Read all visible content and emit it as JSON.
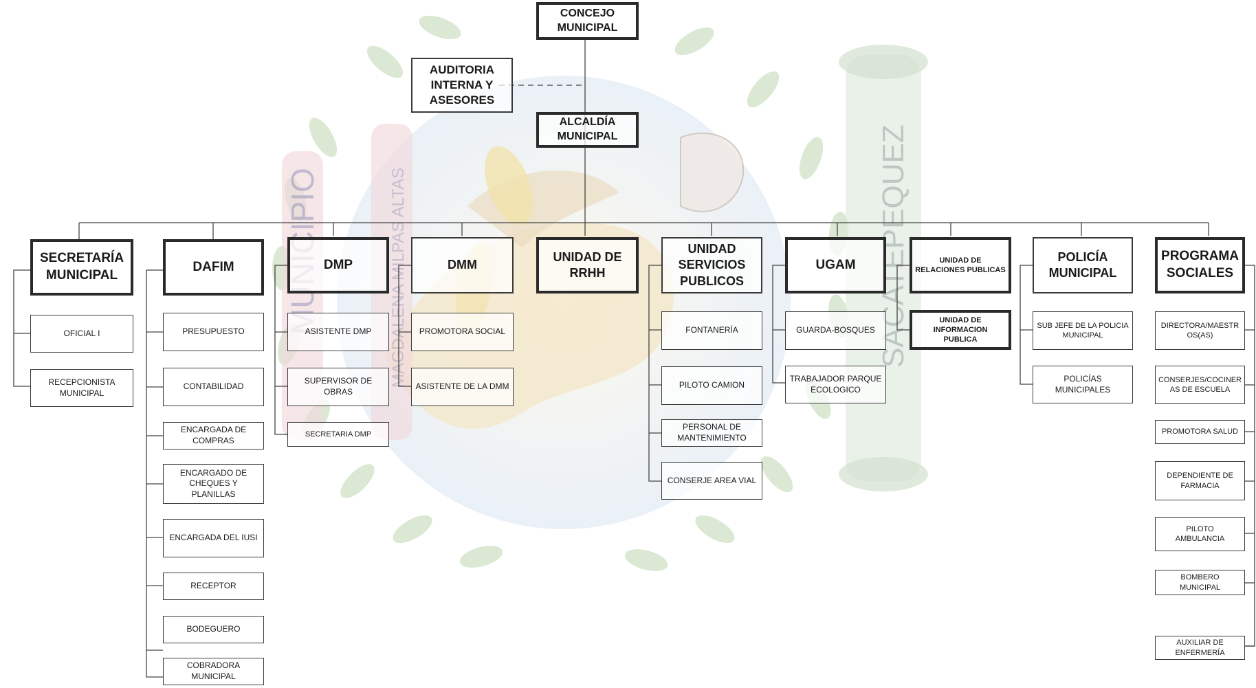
{
  "watermark": {
    "ribbon_left_1": "MUNICIPIO",
    "ribbon_left_2": "MAGDALENA MILPAS ALTAS",
    "ribbon_right": "SACATEPEQUEZ"
  },
  "org": {
    "concejo": "CONCEJO\nMUNICIPAL",
    "auditoria": "AUDITORIA\nINTERNA Y\nASESORES",
    "alcaldia": "ALCALDÍA\nMUNICIPAL",
    "secretaria": {
      "title": "SECRETARÍA\nMUNICIPAL",
      "items": [
        "OFICIAL I",
        "RECEPCIONISTA\nMUNICIPAL"
      ]
    },
    "dafim": {
      "title": "DAFIM",
      "items": [
        "PRESUPUESTO",
        "CONTABILIDAD",
        "ENCARGADA DE\nCOMPRAS",
        "ENCARGADO DE\nCHEQUES Y PLANILLAS",
        "ENCARGADA DEL IUSI",
        "RECEPTOR",
        "BODEGUERO",
        "COBRADORA\nMUNICIPAL"
      ]
    },
    "dmp": {
      "title": "DMP",
      "items": [
        "ASISTENTE DMP",
        "SUPERVISOR DE OBRAS",
        "SECRETARIA DMP"
      ]
    },
    "dmm": {
      "title": "DMM",
      "items": [
        "PROMOTORA SOCIAL",
        "ASISTENTE DE LA DMM"
      ]
    },
    "rrhh": {
      "title": "UNIDAD DE\nRRHH"
    },
    "servicios": {
      "title": "UNIDAD\nSERVICIOS\nPUBLICOS",
      "items": [
        "FONTANERÍA",
        "PILOTO CAMION",
        "PERSONAL DE\nMANTENIMIENTO",
        "CONSERJE AREA VIAL"
      ]
    },
    "ugam": {
      "title": "UGAM",
      "items": [
        "GUARDA-BOSQUES",
        "TRABAJADOR PARQUE\nECOLOGICO"
      ]
    },
    "relaciones": {
      "title": "UNIDAD DE\nRELACIONES PUBLICAS",
      "items": [
        "UNIDAD DE\nINFORMACION\nPUBLICA"
      ]
    },
    "policia": {
      "title": "POLICÍA\nMUNICIPAL",
      "items": [
        "SUB JEFE DE LA POLICIA\nMUNICIPAL",
        "POLICÍAS MUNICIPALES"
      ]
    },
    "programas": {
      "title": "PROGRAMA\nSOCIALES",
      "items": [
        "DIRECTORA/MAESTR\nOS(AS)",
        "CONSERJES/COCINER\nAS DE ESCUELA",
        "PROMOTORA SALUD",
        "DEPENDIENTE DE\nFARMACIA",
        "PILOTO\nAMBULANCIA",
        "BOMBERO\nMUNICIPAL",
        "AUXILIAR DE\nENFERMERÍA"
      ]
    }
  }
}
